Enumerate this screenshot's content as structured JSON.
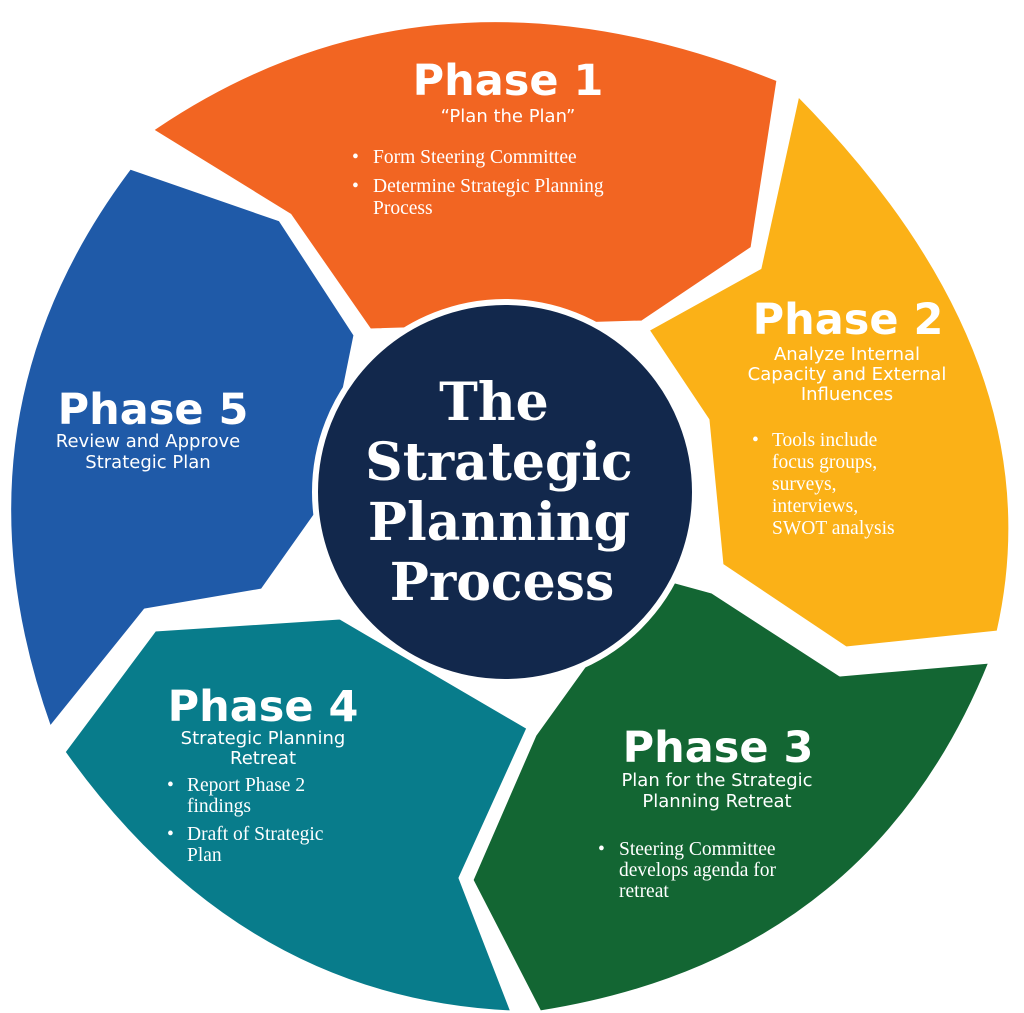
{
  "center": {
    "lines": [
      "The",
      "Strategic",
      "Planning",
      "Process"
    ]
  },
  "phases": [
    {
      "title": "Phase 1",
      "subtitle": [
        "“Plan the Plan”"
      ],
      "bullets": [
        [
          "Form Steering Committee"
        ],
        [
          "Determine Strategic Planning",
          "Process"
        ]
      ],
      "color": "#F26522"
    },
    {
      "title": "Phase 2",
      "subtitle": [
        "Analyze Internal",
        "Capacity and External",
        "Influences"
      ],
      "bullets": [
        [
          "Tools include",
          "focus groups,",
          "surveys,",
          "interviews,",
          "SWOT analysis"
        ]
      ],
      "color": "#FBB117"
    },
    {
      "title": "Phase 3",
      "subtitle": [
        "Plan for the Strategic",
        "Planning Retreat"
      ],
      "bullets": [
        [
          "Steering Committee",
          "develops agenda for",
          "retreat"
        ]
      ],
      "color": "#136633"
    },
    {
      "title": "Phase 4",
      "subtitle": [
        "Strategic Planning",
        "Retreat"
      ],
      "bullets": [
        [
          "Report Phase 2",
          "findings"
        ],
        [
          "Draft of Strategic",
          "Plan"
        ]
      ],
      "color": "#087C8B"
    },
    {
      "title": "Phase 5",
      "subtitle": [
        "Review and Approve",
        "Strategic Plan"
      ],
      "bullets": [],
      "color": "#1F5AA8"
    }
  ],
  "colors": {
    "center": "#12284C",
    "text": "#FFFFFF",
    "gap": "#FFFFFF"
  }
}
